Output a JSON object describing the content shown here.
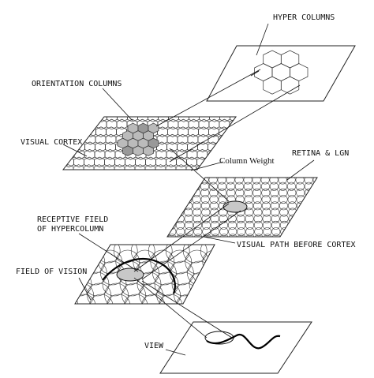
{
  "labels": {
    "hyper_columns": "HYPER COLUMNS",
    "orientation_columns": "ORIENTATION COLUMNS",
    "visual_cortex": "VISUAL CORTEX",
    "column_weight": "Column Weight",
    "retina_lgn": "RETINA & LGN",
    "receptive_field_line1": "RECEPTIVE FIELD",
    "receptive_field_line2": "OF HYPERCOLUMN",
    "visual_path": "VISUAL PATH BEFORE CORTEX",
    "field_of_vision": "FIELD OF VISION",
    "view": "VIEW"
  },
  "colors": {
    "line": "#222222",
    "shaded_hex": "#bbbbbb",
    "dark_hex": "#999999",
    "ellipse_fill": "#c8c8c8"
  }
}
